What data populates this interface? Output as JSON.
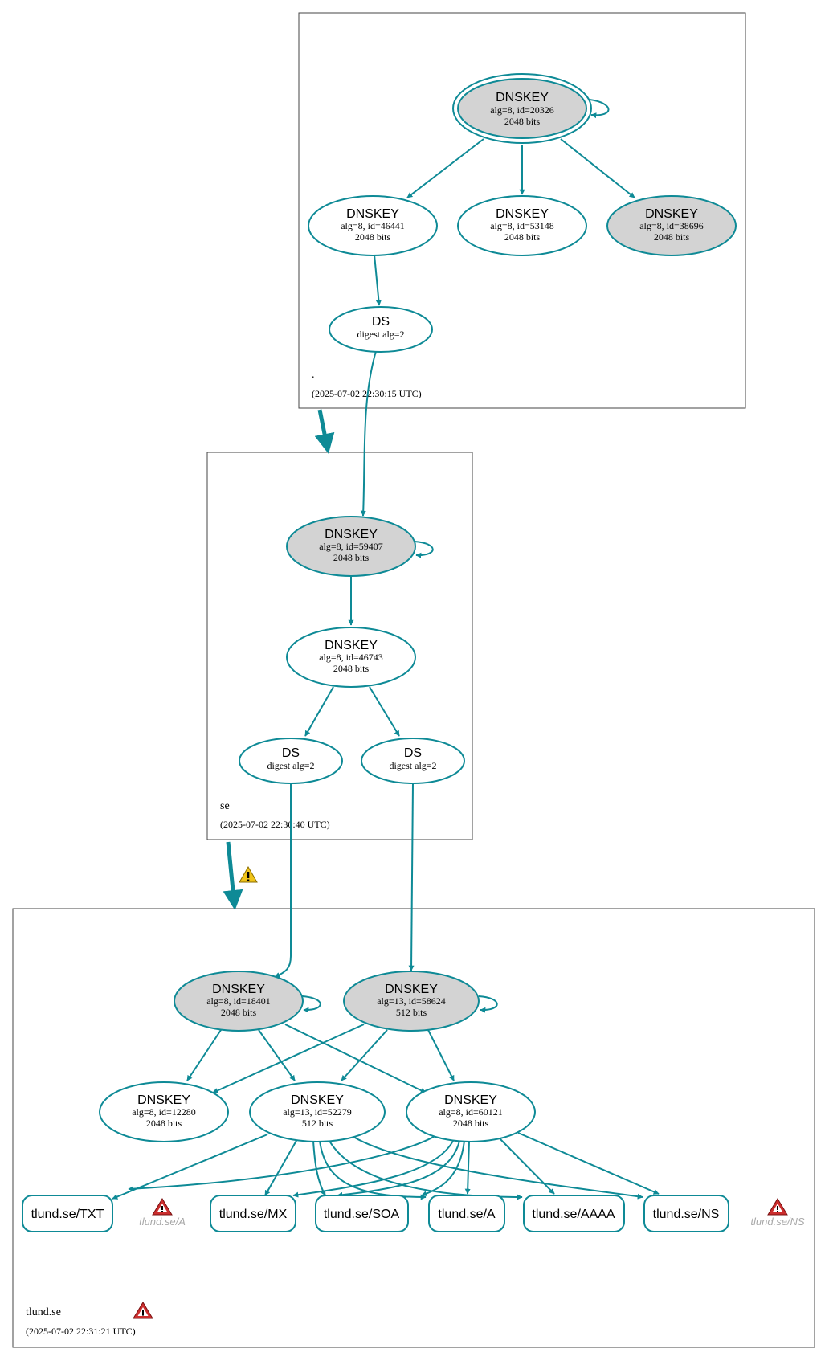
{
  "diagram": {
    "zones": [
      {
        "id": "root",
        "label": ".",
        "timestamp": "(2025-07-02 22:30:15 UTC)"
      },
      {
        "id": "se",
        "label": "se",
        "timestamp": "(2025-07-02 22:30:40 UTC)"
      },
      {
        "id": "tlund",
        "label": "tlund.se",
        "timestamp": "(2025-07-02 22:31:21 UTC)",
        "status": "error"
      }
    ],
    "nodes": {
      "root_ksk": {
        "type": "DNSKEY",
        "line1": "alg=8, id=20326",
        "line2": "2048 bits",
        "trust_anchor": true,
        "sep": true
      },
      "root_zsk1": {
        "type": "DNSKEY",
        "line1": "alg=8, id=46441",
        "line2": "2048 bits",
        "sep": false
      },
      "root_zsk2": {
        "type": "DNSKEY",
        "line1": "alg=8, id=53148",
        "line2": "2048 bits",
        "sep": false
      },
      "root_key3": {
        "type": "DNSKEY",
        "line1": "alg=8, id=38696",
        "line2": "2048 bits",
        "sep": true
      },
      "root_ds": {
        "type": "DS",
        "line1": "digest alg=2"
      },
      "se_ksk": {
        "type": "DNSKEY",
        "line1": "alg=8, id=59407",
        "line2": "2048 bits",
        "sep": true
      },
      "se_zsk": {
        "type": "DNSKEY",
        "line1": "alg=8, id=46743",
        "line2": "2048 bits",
        "sep": false
      },
      "se_ds1": {
        "type": "DS",
        "line1": "digest alg=2"
      },
      "se_ds2": {
        "type": "DS",
        "line1": "digest alg=2"
      },
      "tl_ksk1": {
        "type": "DNSKEY",
        "line1": "alg=8, id=18401",
        "line2": "2048 bits",
        "sep": true
      },
      "tl_ksk2": {
        "type": "DNSKEY",
        "line1": "alg=13, id=58624",
        "line2": "512 bits",
        "sep": true
      },
      "tl_zsk1": {
        "type": "DNSKEY",
        "line1": "alg=8, id=12280",
        "line2": "2048 bits",
        "sep": false
      },
      "tl_zsk2": {
        "type": "DNSKEY",
        "line1": "alg=13, id=52279",
        "line2": "512 bits",
        "sep": false
      },
      "tl_zsk3": {
        "type": "DNSKEY",
        "line1": "alg=8, id=60121",
        "line2": "2048 bits",
        "sep": false
      }
    },
    "rrsets": [
      {
        "id": "txt",
        "label": "tlund.se/TXT"
      },
      {
        "id": "mx",
        "label": "tlund.se/MX"
      },
      {
        "id": "soa",
        "label": "tlund.se/SOA"
      },
      {
        "id": "a",
        "label": "tlund.se/A"
      },
      {
        "id": "aaaa",
        "label": "tlund.se/AAAA"
      },
      {
        "id": "ns",
        "label": "tlund.se/NS"
      }
    ],
    "missing_rrsets": [
      {
        "id": "missing_a",
        "label": "tlund.se/A",
        "status": "error"
      },
      {
        "id": "missing_ns",
        "label": "tlund.se/NS",
        "status": "error"
      }
    ],
    "delegations": [
      {
        "from": "root",
        "to": "se",
        "status": "secure"
      },
      {
        "from": "se",
        "to": "tlund",
        "status": "warning"
      }
    ],
    "colors": {
      "edge": "#0e8a96",
      "sep_fill": "#d3d3d3",
      "warning": "#f0c419",
      "error": "#cc2e2e",
      "missing_text": "#a8a8a8"
    }
  }
}
